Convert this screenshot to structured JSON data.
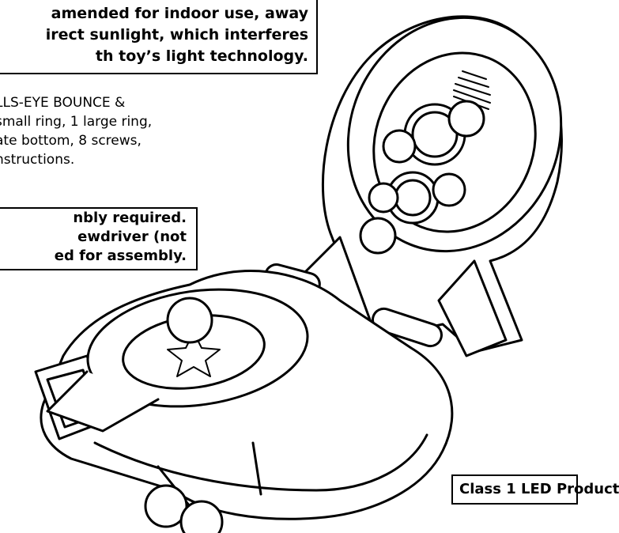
{
  "notices": {
    "indoor_use": [
      "amended for indoor use, away",
      "irect sunlight, which interferes",
      "th toy’s light technology."
    ],
    "contents": [
      "LLS-EYE BOUNCE &",
      "small ring, 1 large ring,",
      "ate bottom, 8 screws,",
      "nstructions."
    ],
    "assembly": [
      "nbly required.",
      "ewdriver (not",
      "ed for assembly."
    ],
    "led_class": "Class 1 LED Product"
  },
  "illustration": {
    "subject": "toy-line-drawing",
    "stroke_color": "#000000",
    "fill_color": "#ffffff"
  }
}
